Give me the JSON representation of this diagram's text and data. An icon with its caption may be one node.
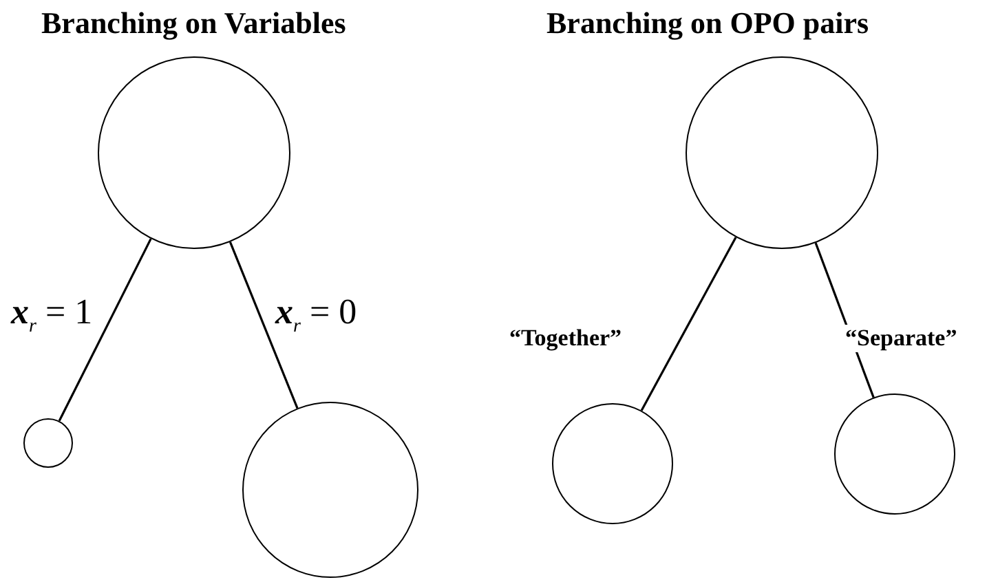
{
  "diagram": {
    "nodes": [
      {
        "text": [],
        "shape": "circle"
      },
      {
        "text": [],
        "shape": "circle"
      },
      {
        "text": [],
        "shape": "circle"
      },
      {
        "text": [],
        "shape": "circle"
      },
      {
        "text": [],
        "shape": "circle"
      },
      {
        "text": [],
        "shape": "circle"
      }
    ],
    "edges": [
      {
        "from": 0,
        "to": 1,
        "arrow": "none",
        "label": "**x**$_{r}$ = 1"
      },
      {
        "from": 0,
        "to": 2,
        "arrow": "none",
        "label": "**x**$_{r}$ = 0"
      },
      {
        "from": 3,
        "to": 4,
        "arrow": "none",
        "label": "“Together”"
      },
      {
        "from": 3,
        "to": 5,
        "arrow": "none",
        "label": "“Separate”"
      }
    ],
    "labels": [
      "Branching on Variables",
      "Branching on OPO pairs"
    ]
  }
}
